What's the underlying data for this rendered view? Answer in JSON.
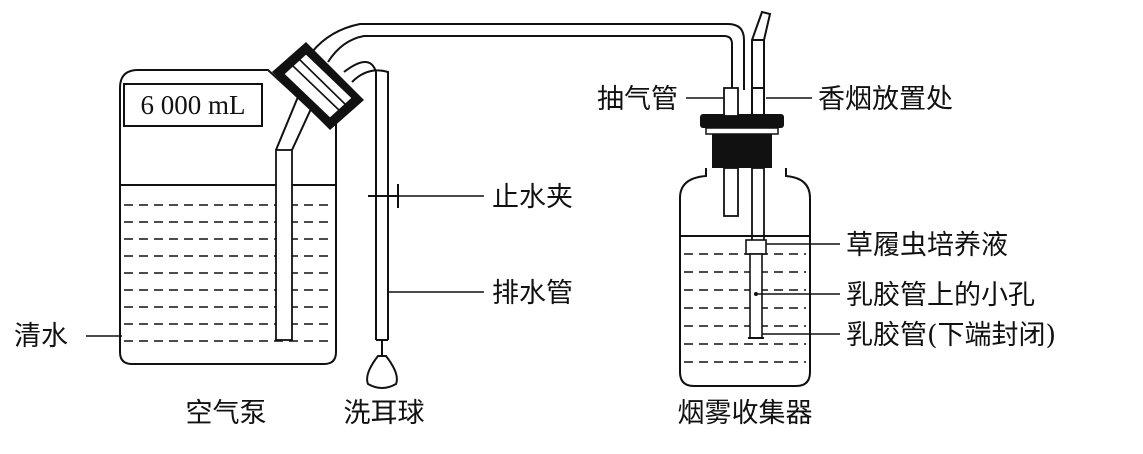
{
  "labels": {
    "volume": "6 000 mL",
    "air_pump": "空气泵",
    "clear_water": "清水",
    "water_clamp": "止水夹",
    "drain_pipe": "排水管",
    "ear_bulb": "洗耳球",
    "suction_pipe": "抽气管",
    "cigarette_place": "香烟放置处",
    "paramecium_culture": "草履虫培养液",
    "rubber_tube_hole": "乳胶管上的小孔",
    "rubber_tube_closed": "乳胶管(下端封闭)",
    "smoke_collector": "烟雾收集器"
  }
}
